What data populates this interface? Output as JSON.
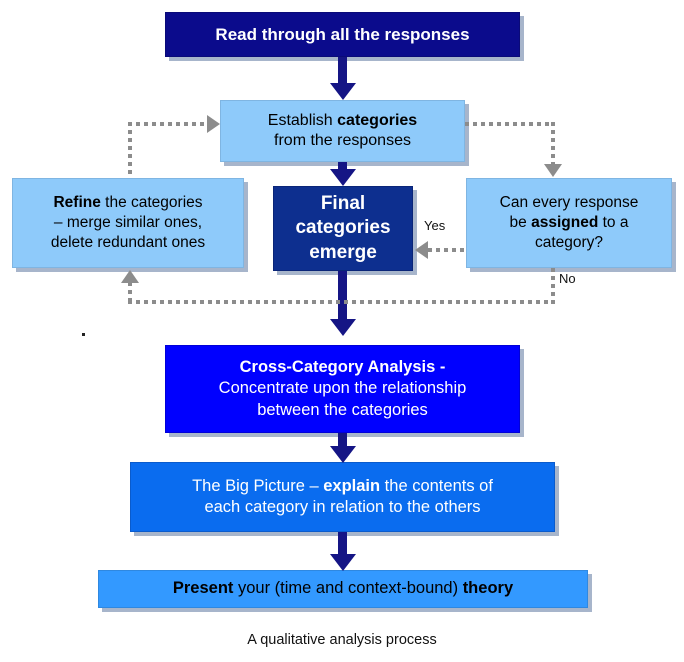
{
  "diagram": {
    "caption": "A qualitative analysis process",
    "colors": {
      "dark_navy": "#0B0B8C",
      "mid_navy": "#0D2F8F",
      "pure_blue": "#0000FF",
      "medium_blue": "#0A6CEF",
      "light_blue_box": "#3399FF",
      "pale_blue_box": "#8ECAFA",
      "arrow_navy": "#151585",
      "dotted_gray": "#8C8C8C"
    },
    "nodes": [
      {
        "id": "read",
        "lines": [
          [
            {
              "t": "Read",
              "b": true
            },
            {
              "t": " through ",
              "b": false
            },
            {
              "t": "all",
              "b": true
            },
            {
              "t": " the responses",
              "b": false
            }
          ]
        ]
      },
      {
        "id": "establish",
        "lines": [
          [
            {
              "t": "Establish ",
              "b": false
            },
            {
              "t": "categories",
              "b": true
            }
          ],
          [
            {
              "t": "from the responses",
              "b": false
            }
          ]
        ]
      },
      {
        "id": "refine",
        "lines": [
          [
            {
              "t": "Refine",
              "b": true
            },
            {
              "t": " the categories",
              "b": false
            }
          ],
          [
            {
              "t": "– merge similar ones,",
              "b": false
            }
          ],
          [
            {
              "t": "delete redundant ones",
              "b": false
            }
          ]
        ]
      },
      {
        "id": "final",
        "lines": [
          [
            {
              "t": "Final",
              "b": true
            }
          ],
          [
            {
              "t": "categories",
              "b": true
            }
          ],
          [
            {
              "t": "emerge",
              "b": true
            }
          ]
        ]
      },
      {
        "id": "can",
        "lines": [
          [
            {
              "t": "Can every response",
              "b": false
            }
          ],
          [
            {
              "t": "be ",
              "b": false
            },
            {
              "t": "assigned",
              "b": true
            },
            {
              "t": " to a",
              "b": false
            }
          ],
          [
            {
              "t": "category?",
              "b": false
            }
          ]
        ]
      },
      {
        "id": "cross",
        "lines": [
          [
            {
              "t": "Cross-Category Analysis -",
              "b": true
            }
          ],
          [
            {
              "t": "Concentrate upon the relationship",
              "b": false
            }
          ],
          [
            {
              "t": "between the categories",
              "b": false
            }
          ]
        ]
      },
      {
        "id": "big",
        "lines": [
          [
            {
              "t": "The Big Picture – ",
              "b": false
            },
            {
              "t": "explain",
              "b": true
            },
            {
              "t": " the contents of",
              "b": false
            }
          ],
          [
            {
              "t": "each category in relation to the others",
              "b": false
            }
          ]
        ]
      },
      {
        "id": "present",
        "lines": [
          [
            {
              "t": "Present",
              "b": true
            },
            {
              "t": " your (time and context-bound) ",
              "b": false
            },
            {
              "t": "theory",
              "b": true
            }
          ]
        ]
      }
    ],
    "edge_labels": {
      "yes": "Yes",
      "no": "No"
    }
  }
}
